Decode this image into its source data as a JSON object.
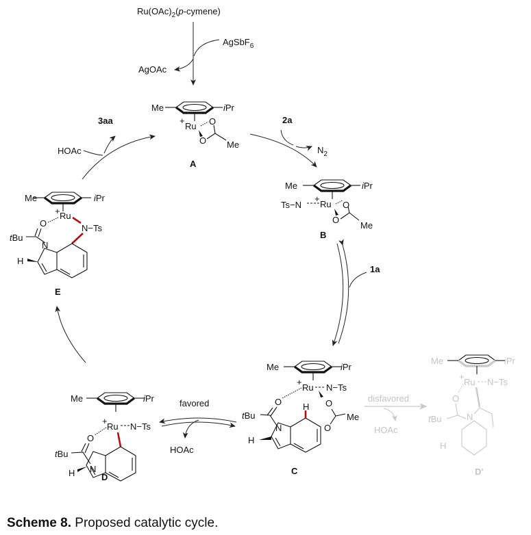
{
  "precatalyst": {
    "main": "Ru(OAc)",
    "sub": "2",
    "open": "(",
    "italic": "p",
    "rest": "-cymene)"
  },
  "additive": {
    "main": "AgSbF",
    "sub": "6"
  },
  "byproduct_top": "AgOAc",
  "common": {
    "me": "Me",
    "ipr_i": "i",
    "ipr": "Pr",
    "ru": "Ru",
    "plus": "+",
    "o": "O",
    "nts": "N−Ts",
    "tsn": "Ts−N",
    "tbu_t": "t",
    "tbu": "Bu",
    "n": "N",
    "h": "H"
  },
  "reagents": {
    "r2a": "2a",
    "n2_main": "N",
    "n2_sub": "2",
    "r1a": "1a",
    "r3aa": "3aa",
    "hoac": "HOAc"
  },
  "labels": {
    "A": "A",
    "B": "B",
    "C": "C",
    "D": "D",
    "E": "E",
    "Dp": "D'"
  },
  "pathways": {
    "favored": "favored",
    "disfavored": "disfavored"
  },
  "caption": {
    "bold": "Scheme 8.",
    "text": " Proposed catalytic cycle."
  },
  "colors": {
    "new_bond": "#b01010",
    "disfavored": "#c4c4c4"
  }
}
